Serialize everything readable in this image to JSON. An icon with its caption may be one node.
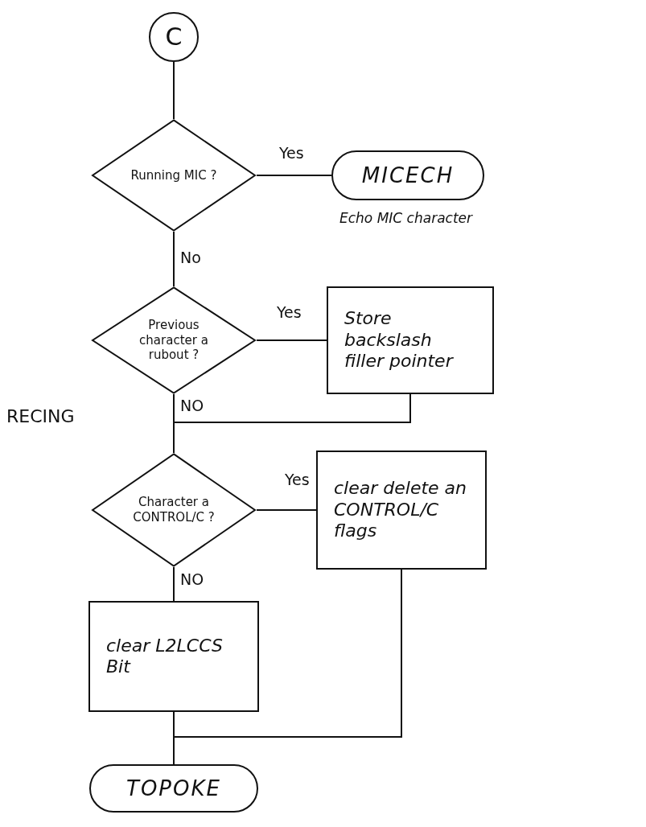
{
  "diagram": {
    "nodes": [
      {
        "text": [
          "C"
        ]
      },
      {
        "text": [
          "Running MIC ?"
        ]
      },
      {
        "text": [
          "MICECH"
        ],
        "beside": [
          "Echo MIC character"
        ]
      },
      {
        "text": [
          "Previous character a rubout ?"
        ]
      },
      {
        "text": [
          "Store backslash filler pointer"
        ]
      },
      {
        "text": [
          "Character a CONTROL/C ?"
        ]
      },
      {
        "text": [
          "clear delete an CONTROL/C flags"
        ]
      },
      {
        "text": [
          "clear L2LCCS Bit"
        ]
      },
      {
        "text": [
          "TOPOKE"
        ]
      }
    ],
    "edges": [
      {
        "from": 0,
        "to": 1,
        "arrow": "none"
      },
      {
        "from": 1,
        "to": 2,
        "arrow": "none",
        "label": "Yes"
      },
      {
        "from": 1,
        "to": 3,
        "arrow": "none",
        "label": "No"
      },
      {
        "from": 3,
        "to": 4,
        "arrow": "none",
        "label": "Yes"
      },
      {
        "from": 3,
        "to": 5,
        "arrow": "none",
        "label": "NO"
      },
      {
        "from": 4,
        "to": 5,
        "arrow": "none"
      },
      {
        "from": 5,
        "to": 6,
        "arrow": "none",
        "label": "Yes"
      },
      {
        "from": 5,
        "to": 7,
        "arrow": "none",
        "label": "NO"
      },
      {
        "from": 6,
        "to": 8,
        "arrow": "none"
      },
      {
        "from": 7,
        "to": 8,
        "arrow": "none"
      }
    ],
    "labels": [
      "RECING"
    ]
  }
}
